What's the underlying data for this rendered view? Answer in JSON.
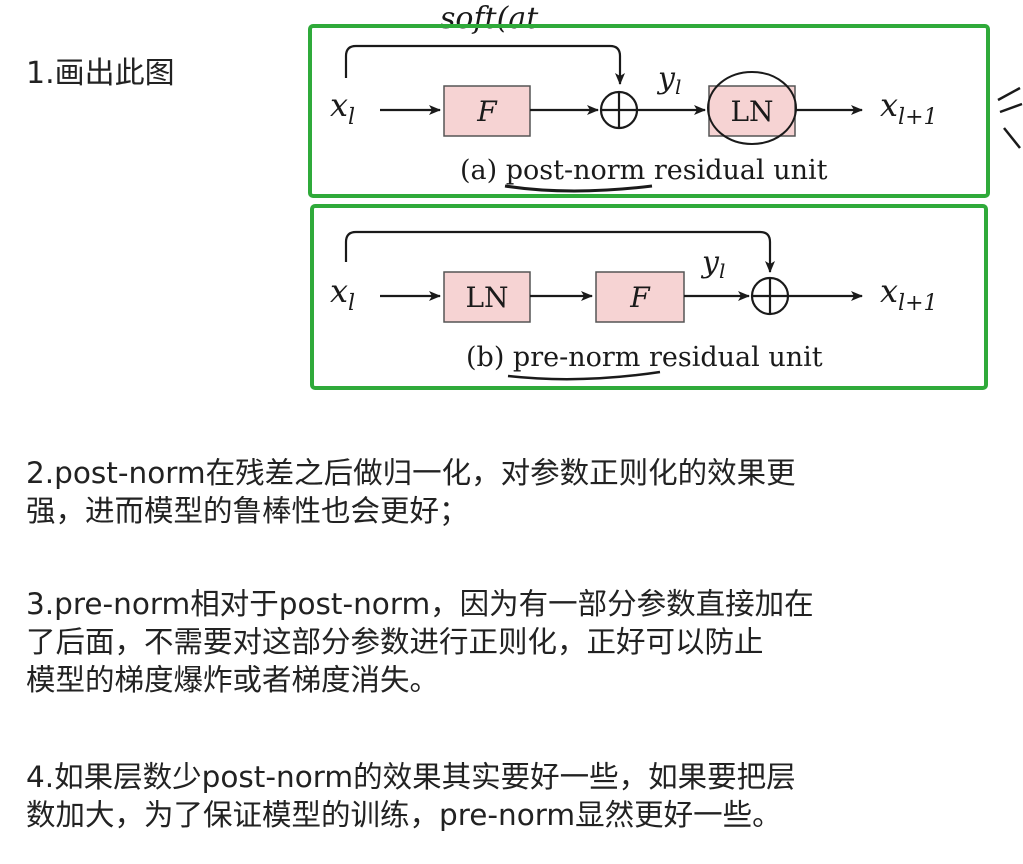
{
  "items": {
    "item1": "1.画出此图",
    "item2": [
      "2.post-norm在残差之后做归一化，对参数正则化的效果更",
      "强，进而模型的鲁棒性也会更好；"
    ],
    "item3": [
      "3.pre-norm相对于post-norm，因为有一部分参数直接加在",
      "了后面，不需要对这部分参数进行正则化，正好可以防止",
      "模型的梯度爆炸或者梯度消失。"
    ],
    "item4": [
      "4.如果层数少post-norm的效果其实要好一些，如果要把层",
      "数加大，为了保证模型的训练，pre-norm显然更好一些。"
    ]
  },
  "diagram_a": {
    "input": "x",
    "input_sub": "l",
    "f_label": "F",
    "y_label": "y",
    "y_sub": "l",
    "ln_label": "LN",
    "output": "x",
    "output_sub": "l+1",
    "caption": "(a) post-norm residual unit"
  },
  "diagram_b": {
    "input": "x",
    "input_sub": "l",
    "ln_label": "LN",
    "f_label": "F",
    "y_label": "y",
    "y_sub": "l",
    "output": "x",
    "output_sub": "l+1",
    "caption": "(b) pre-norm residual unit"
  },
  "handwriting": "soft(at",
  "colors": {
    "frame": "#2faa3a",
    "box_fill": "#f6d3d3",
    "ink": "#1a1a1a"
  }
}
